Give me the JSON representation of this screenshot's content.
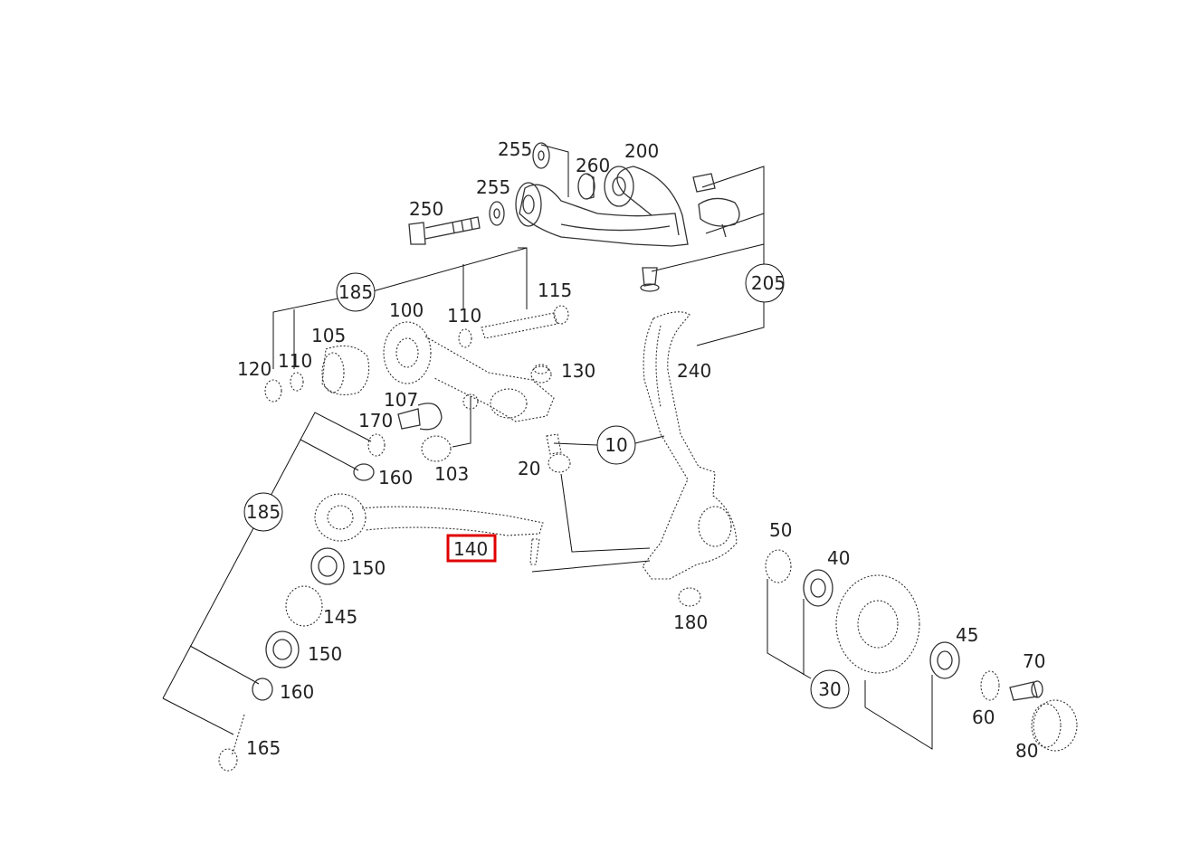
{
  "diagram": {
    "highlighted_part": "140",
    "highlight_color": "#e00000",
    "callouts": [
      "10",
      "30",
      "185",
      "185",
      "205"
    ],
    "labels": [
      "255",
      "255",
      "260",
      "200",
      "250",
      "115",
      "110",
      "100",
      "105",
      "120",
      "110",
      "130",
      "107",
      "170",
      "103",
      "160",
      "20",
      "240",
      "140",
      "150",
      "145",
      "150",
      "160",
      "165",
      "180",
      "50",
      "40",
      "45",
      "70",
      "60",
      "80"
    ]
  }
}
